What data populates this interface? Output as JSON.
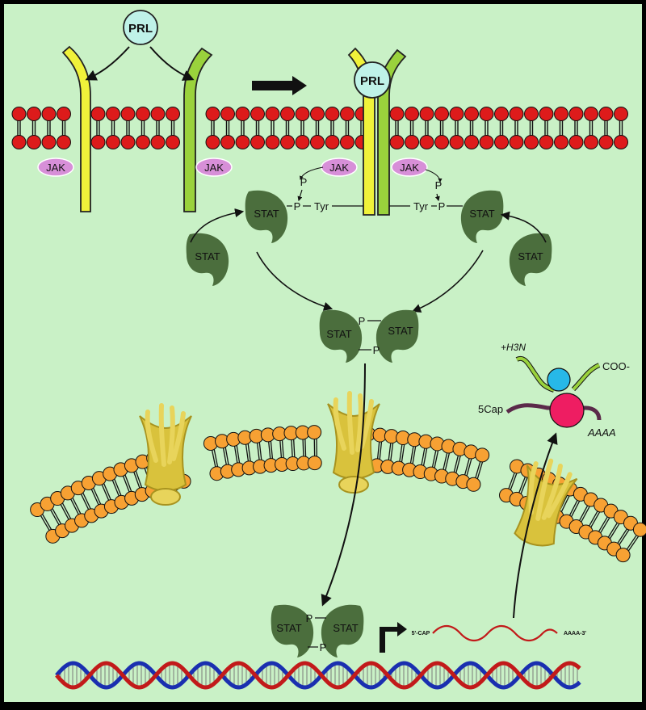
{
  "hormone": {
    "label": "PRL"
  },
  "kinase": {
    "label": "JAK"
  },
  "phospho": {
    "label": "P"
  },
  "tyrosine": {
    "label": "Tyr"
  },
  "stat": {
    "label": "STAT"
  },
  "mrna": {
    "cap": "5'-CAP",
    "tail": "AAAA-3'"
  },
  "protein": {
    "amino": "+H3N",
    "carboxyl": "COO-"
  },
  "ribosome": {
    "cap": "5Cap",
    "tail": "AAAA"
  },
  "colors": {
    "background": "#c9f1c6",
    "membrane_head": "#dd1b1b",
    "nuclear_head": "#f7a133",
    "receptor_left": "#f0f23a",
    "receptor_right": "#9ad23c",
    "stat": "#4b6e3d",
    "jak": "#d78fd8",
    "prl": "#bff2e8",
    "dna_red": "#c21a1a",
    "dna_blue": "#1a2fb0",
    "ribosome_small": "#27b8e8",
    "ribosome_large": "#ee1d62"
  }
}
